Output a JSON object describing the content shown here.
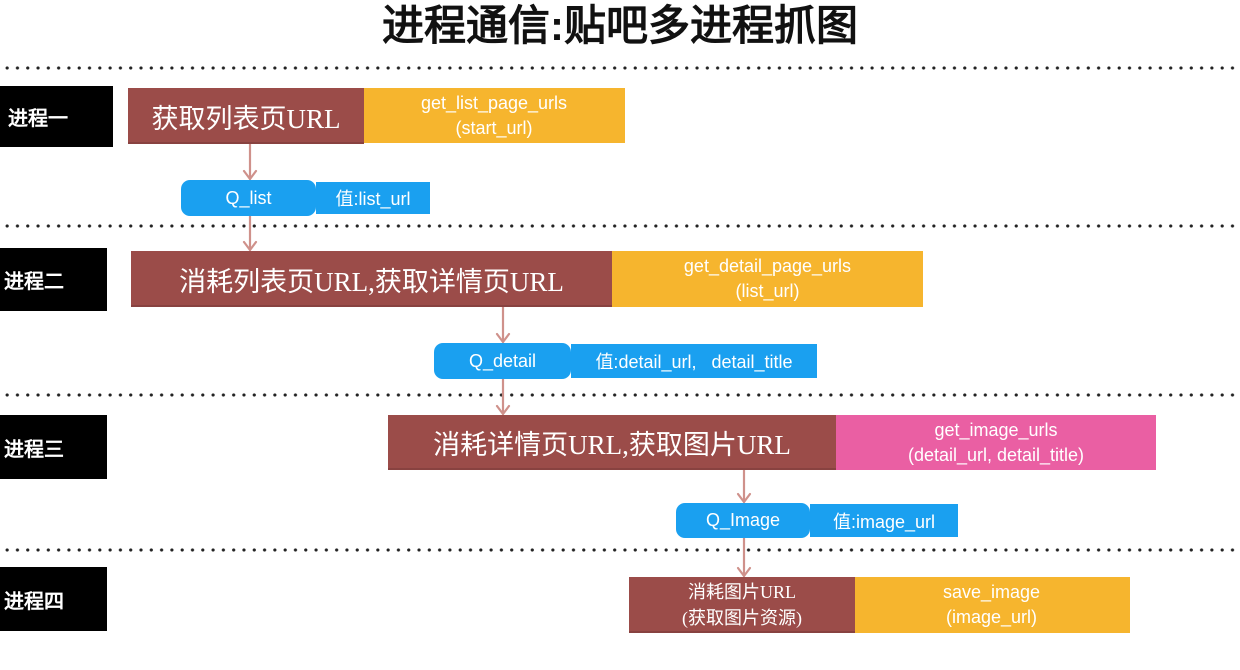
{
  "title": "进程通信:贴吧多进程抓图",
  "processes": [
    {
      "label": "进程一",
      "task": "获取列表页URL",
      "func": {
        "name": "get_list_page_urls",
        "args": "(start_url)",
        "color": "#f6b52e"
      }
    },
    {
      "label": "进程二",
      "task": "消耗列表页URL,获取详情页URL",
      "func": {
        "name": "get_detail_page_urls",
        "args": "(list_url)",
        "color": "#f6b52e"
      }
    },
    {
      "label": "进程三",
      "task": "消耗详情页URL,获取图片URL",
      "func": {
        "name": "get_image_urls",
        "args": "(detail_url, detail_title)",
        "color": "#ea5fa3"
      }
    },
    {
      "label": "进程四",
      "task": "消耗图片URL",
      "task_sub": "(获取图片资源)",
      "func": {
        "name": "save_image",
        "args": "(image_url)",
        "color": "#f6b52e"
      }
    }
  ],
  "queues": [
    {
      "name": "Q_list",
      "value": "值:list_url"
    },
    {
      "name": "Q_detail",
      "value": "值:detail_url,   detail_title"
    },
    {
      "name": "Q_Image",
      "value": "值:image_url"
    }
  ],
  "colors": {
    "process_label": "#000000",
    "task_box": "#9b4c49",
    "queue": "#1aa0f0",
    "arrow": "#cf918b",
    "text_on_box": "#ffffff"
  }
}
